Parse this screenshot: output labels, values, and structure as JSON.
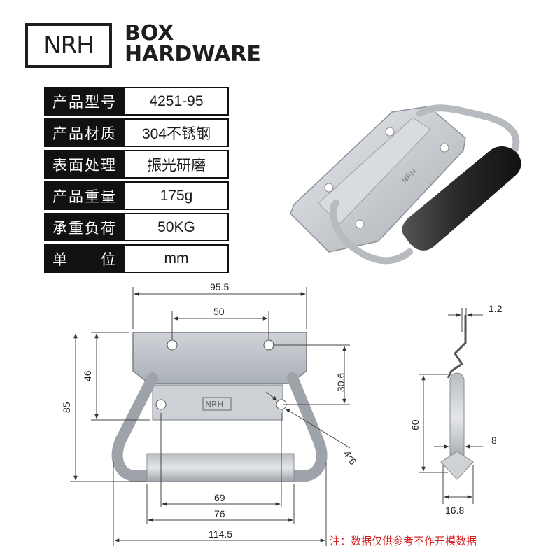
{
  "logo": {
    "mark": "NRH",
    "brand_line1": "BOX",
    "brand_line2": "HARDWARE"
  },
  "specs": [
    {
      "key": "产品型号",
      "value": "4251-95"
    },
    {
      "key": "产品材质",
      "value": "304不锈钢"
    },
    {
      "key": "表面处理",
      "value": "振光研磨"
    },
    {
      "key": "产品重量",
      "value": "175g"
    },
    {
      "key": "承重负荷",
      "value": "50KG"
    },
    {
      "key": "单　　位",
      "value": "mm"
    }
  ],
  "photo": {
    "plate_mark": "NRH"
  },
  "front_view": {
    "dim_overall_width": "95.5",
    "dim_hole_spacing": "50",
    "dim_height_plate": "46",
    "dim_height_total": "85",
    "dim_offset": "30.6",
    "dim_hole": "4*6",
    "dim_grip_inner": "69",
    "dim_grip_outer": "76",
    "dim_handle_width": "114.5",
    "plate_mark": "NRH"
  },
  "side_view": {
    "dim_thickness": "1.2",
    "dim_height": "60",
    "dim_tube": "8",
    "dim_depth": "16.8"
  },
  "note": "注：数据仅供参考不作开模数据",
  "colors": {
    "table_bg": "#111111",
    "note": "#d62020",
    "line": "#333333"
  }
}
